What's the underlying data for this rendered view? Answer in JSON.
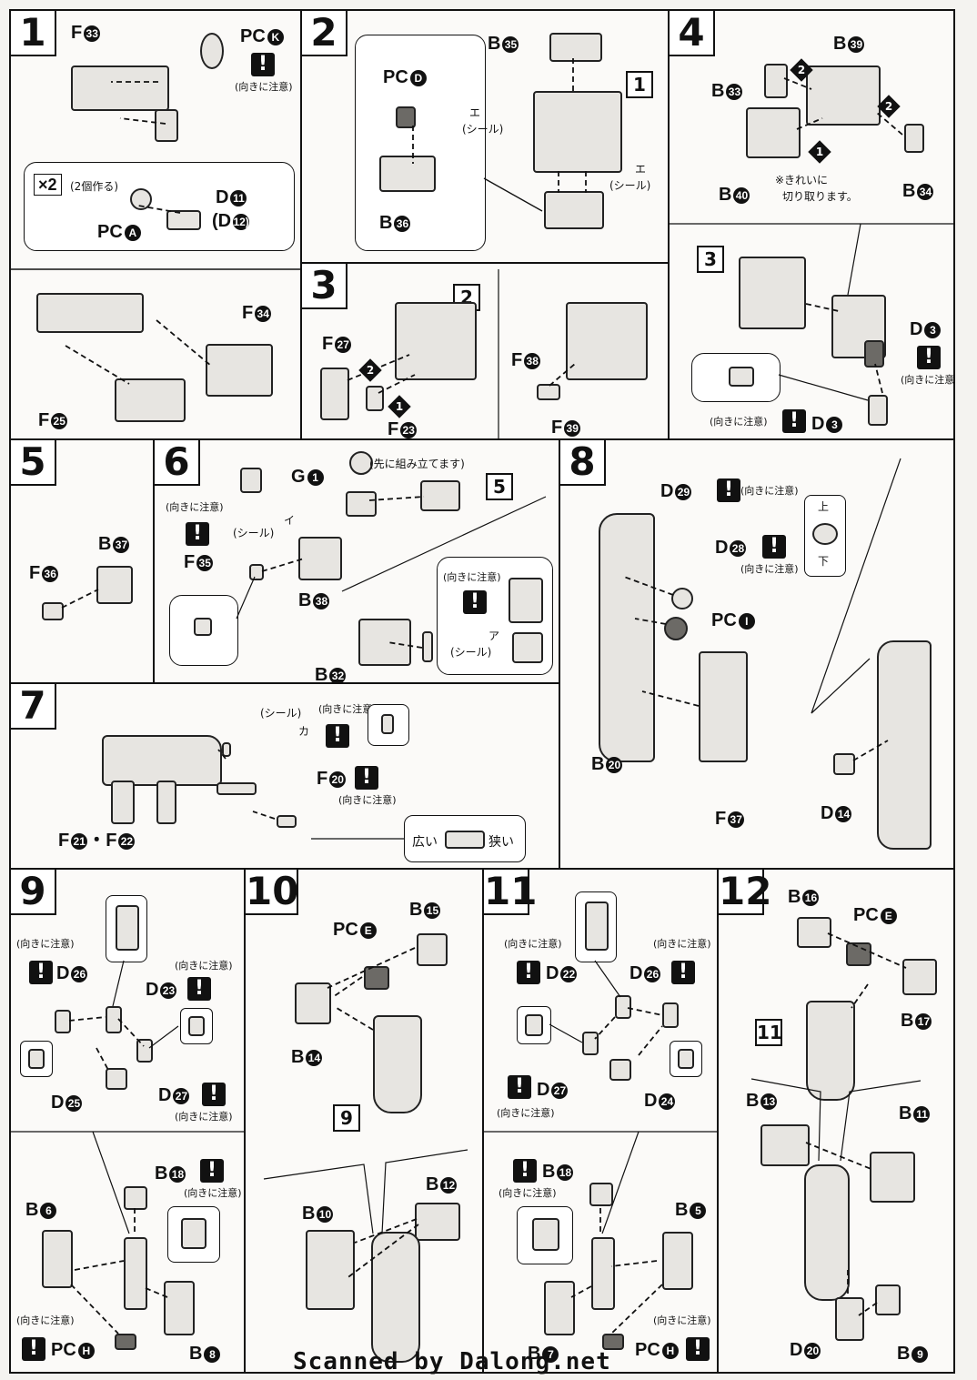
{
  "common": {
    "caution": "(向きに注意)",
    "seal": "(シール)",
    "warn": "!"
  },
  "steps": {
    "s1": {
      "number": "1",
      "labels": [
        "F",
        "PC",
        "D",
        "(D",
        "PC",
        "F",
        "F"
      ],
      "codes": [
        "33",
        "K",
        "11",
        "12)",
        "A",
        "34",
        "25"
      ],
      "times": "×2",
      "times_note": "(2個作る)"
    },
    "s2": {
      "number": "2",
      "labels": [
        "B",
        "PC",
        "B"
      ],
      "codes": [
        "35",
        "D",
        "36"
      ],
      "ref": "1",
      "sticker_a": "エ",
      "sticker_b": "エ"
    },
    "s3": {
      "number": "3",
      "labels": [
        "F",
        "F",
        "F",
        "F"
      ],
      "codes": [
        "27",
        "23",
        "38",
        "39"
      ],
      "ref": "2"
    },
    "s4": {
      "number": "4",
      "labels": [
        "B",
        "B",
        "B",
        "B",
        "D",
        "D"
      ],
      "codes": [
        "39",
        "33",
        "40",
        "34",
        "3",
        "3"
      ],
      "note_line1": "※きれいに",
      "note_line2": "切り取ります。",
      "sub_ref": "3"
    },
    "s5": {
      "number": "5",
      "labels": [
        "B",
        "F"
      ],
      "codes": [
        "37",
        "36"
      ]
    },
    "s6": {
      "number": "6",
      "labels": [
        "G",
        "F",
        "B",
        "B"
      ],
      "codes": [
        "1",
        "35",
        "38",
        "32"
      ],
      "ref": "5",
      "first_assemble": "(先に組み立てます)",
      "sticker_a": "イ",
      "sticker_b": "ア"
    },
    "s7": {
      "number": "7",
      "labels": [
        "F",
        "F",
        "F"
      ],
      "codes": [
        "21",
        "22",
        "20"
      ],
      "sticker": "カ",
      "wide": "広い",
      "narrow": "狭い",
      "dot": "・"
    },
    "s8": {
      "number": "8",
      "labels": [
        "D",
        "D",
        "PC",
        "B",
        "F",
        "D"
      ],
      "codes": [
        "29",
        "28",
        "I",
        "20",
        "37",
        "14"
      ],
      "up": "上",
      "down": "下"
    },
    "s9": {
      "number": "9",
      "labels": [
        "D",
        "D",
        "D",
        "D",
        "B",
        "B",
        "B",
        "PC"
      ],
      "codes": [
        "26",
        "23",
        "25",
        "27",
        "18",
        "6",
        "8",
        "H"
      ]
    },
    "s10": {
      "number": "10",
      "labels": [
        "B",
        "PC",
        "B",
        "B",
        "B"
      ],
      "codes": [
        "15",
        "E",
        "14",
        "12",
        "10"
      ],
      "ref": "9"
    },
    "s11": {
      "number": "11",
      "labels": [
        "D",
        "D",
        "D",
        "D",
        "B",
        "B",
        "B",
        "PC"
      ],
      "codes": [
        "22",
        "26",
        "27",
        "24",
        "18",
        "5",
        "7",
        "H"
      ]
    },
    "s12": {
      "number": "12",
      "labels": [
        "B",
        "PC",
        "B",
        "B",
        "B",
        "D",
        "B"
      ],
      "codes": [
        "16",
        "E",
        "17",
        "13",
        "11",
        "20",
        "9"
      ],
      "ref": "11"
    }
  },
  "footer": "Scanned by Dalong.net"
}
